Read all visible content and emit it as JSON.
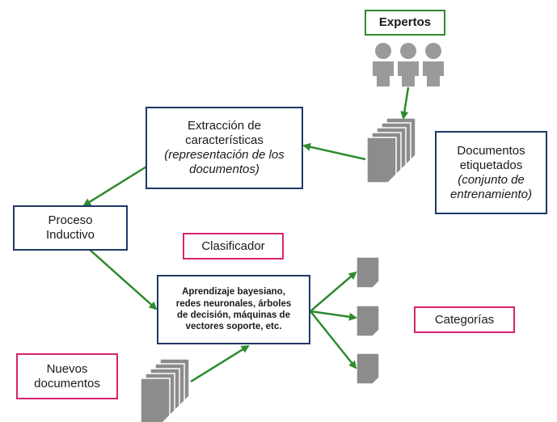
{
  "colors": {
    "arrow": "#2e8b2e",
    "doc_fill": "#8c8c8c",
    "doc_stroke": "#ffffff",
    "person": "#9a9a9a",
    "navy_border": "#1f3864",
    "green_border": "#2e8b2e",
    "pink_border": "#d6246e"
  },
  "icons": [
    "person-icon",
    "document-stack-icon",
    "document-icon",
    "arrow-icon"
  ],
  "expertos": {
    "label": "Expertos"
  },
  "documentos_etiquetados": {
    "line1": "Documentos",
    "line2": "etiquetados",
    "line3": "(conjunto de",
    "line4": "entrenamiento)"
  },
  "extraccion": {
    "line1": "Extracción de",
    "line2": "características",
    "line3": "(representación de los",
    "line4": "documentos)"
  },
  "proceso": {
    "line1": "Proceso",
    "line2": "Inductivo"
  },
  "clasificador": {
    "label": "Clasificador"
  },
  "algoritmos": {
    "line1": "Aprendizaje bayesiano,",
    "line2": "redes neuronales, árboles",
    "line3": "de decisión, máquinas de",
    "line4": "vectores soporte, etc."
  },
  "categorias": {
    "label": "Categorías"
  },
  "nuevos": {
    "line1": "Nuevos",
    "line2": "documentos"
  }
}
